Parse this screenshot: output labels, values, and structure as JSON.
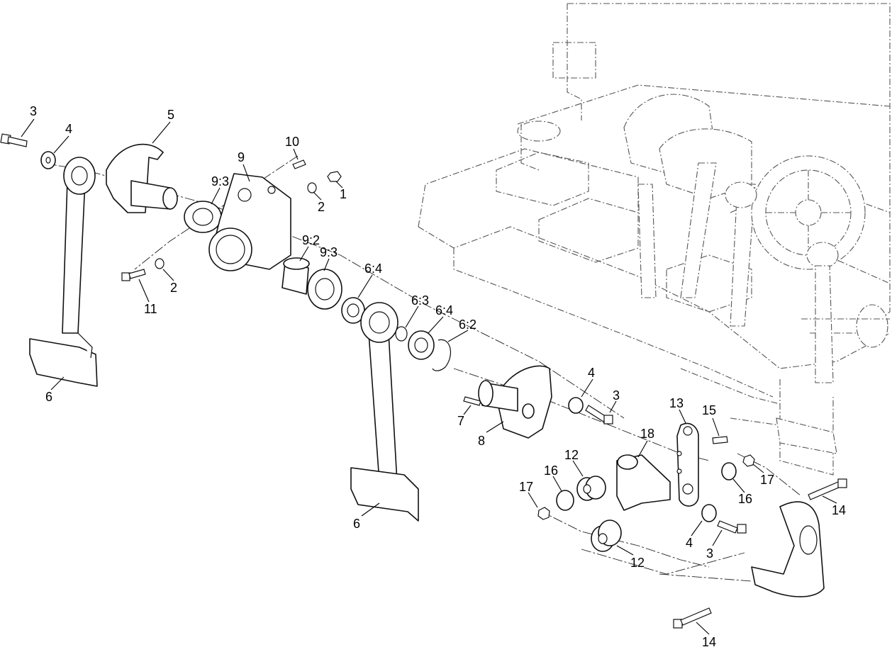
{
  "callouts": [
    {
      "id": "c3a",
      "text": "3"
    },
    {
      "id": "c4a",
      "text": "4"
    },
    {
      "id": "c5",
      "text": "5"
    },
    {
      "id": "c9_3a",
      "text": "9:3"
    },
    {
      "id": "c9",
      "text": "9"
    },
    {
      "id": "c10",
      "text": "10"
    },
    {
      "id": "c2a",
      "text": "2"
    },
    {
      "id": "c1",
      "text": "1"
    },
    {
      "id": "c9_2",
      "text": "9:2"
    },
    {
      "id": "c9_3b",
      "text": "9:3"
    },
    {
      "id": "c6_4a",
      "text": "6:4"
    },
    {
      "id": "c2b",
      "text": "2"
    },
    {
      "id": "c11",
      "text": "11"
    },
    {
      "id": "c6a",
      "text": "6"
    },
    {
      "id": "c6_3",
      "text": "6:3"
    },
    {
      "id": "c6_4b",
      "text": "6:4"
    },
    {
      "id": "c6_2",
      "text": "6:2"
    },
    {
      "id": "c4b",
      "text": "4"
    },
    {
      "id": "c3b",
      "text": "3"
    },
    {
      "id": "c7",
      "text": "7"
    },
    {
      "id": "c8",
      "text": "8"
    },
    {
      "id": "c13",
      "text": "13"
    },
    {
      "id": "c15",
      "text": "15"
    },
    {
      "id": "c18",
      "text": "18"
    },
    {
      "id": "c12a",
      "text": "12"
    },
    {
      "id": "c16a",
      "text": "16"
    },
    {
      "id": "c17a",
      "text": "17"
    },
    {
      "id": "c17b",
      "text": "17"
    },
    {
      "id": "c16b",
      "text": "16"
    },
    {
      "id": "c14a",
      "text": "14"
    },
    {
      "id": "c6b",
      "text": "6"
    },
    {
      "id": "c4c",
      "text": "4"
    },
    {
      "id": "c3c",
      "text": "3"
    },
    {
      "id": "c12b",
      "text": "12"
    },
    {
      "id": "c14b",
      "text": "14"
    }
  ]
}
